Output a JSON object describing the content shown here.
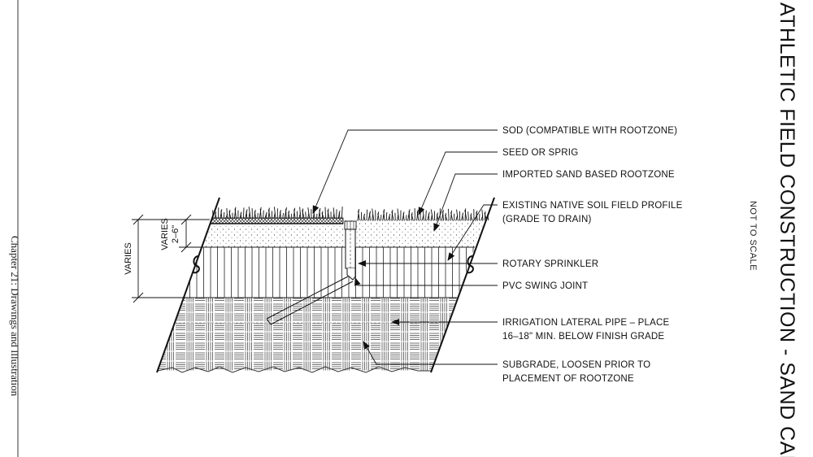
{
  "page": {
    "side_note": "Chapter 21: Drawings and Illustration",
    "title": "ATHLETIC FIELD CONSTRUCTION - SAND CAP",
    "scale_note": "NOT TO SCALE"
  },
  "dimensions": {
    "outer": "VARIES",
    "inner_label": "VARIES",
    "inner_value": "2–6\""
  },
  "callouts": [
    {
      "lines": [
        "SOD (COMPATIBLE WITH ROOTZONE)"
      ]
    },
    {
      "lines": [
        "SEED OR SPRIG"
      ]
    },
    {
      "lines": [
        "IMPORTED SAND BASED ROOTZONE"
      ]
    },
    {
      "lines": [
        "EXISTING NATIVE SOIL FIELD PROFILE",
        "(GRADE TO DRAIN)"
      ]
    },
    {
      "lines": [
        "ROTARY SPRINKLER"
      ]
    },
    {
      "lines": [
        "PVC SWING JOINT"
      ]
    },
    {
      "lines": [
        "IRRIGATION LATERAL PIPE – PLACE",
        "16–18\" MIN. BELOW FINISH GRADE"
      ]
    },
    {
      "lines": [
        "SUBGRADE, LOOSEN PRIOR TO",
        "PLACEMENT OF ROOTZONE"
      ]
    }
  ]
}
